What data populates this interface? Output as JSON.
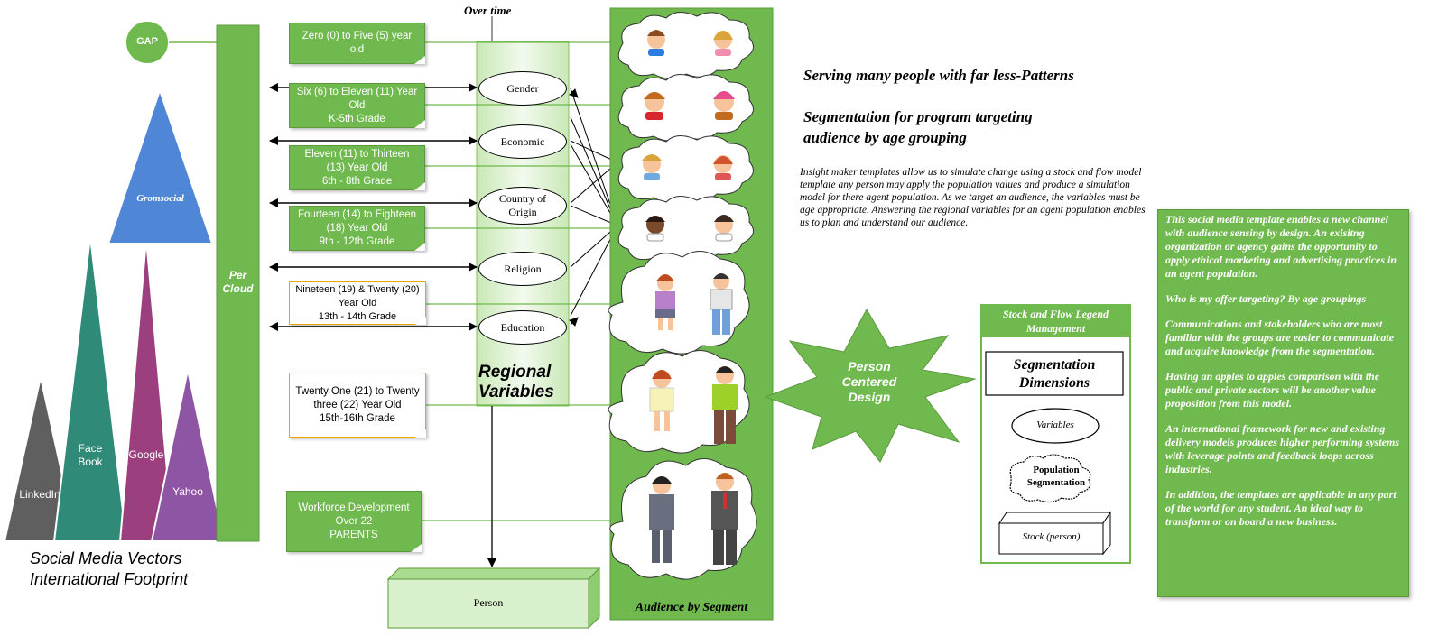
{
  "header": {
    "over_time": "Over time",
    "title_line1": "Serving many people with far less-Patterns",
    "title_line2": "Segmentation for program targeting",
    "title_line3": "audience by age grouping",
    "intro_paragraph": "Insight maker templates allow us to simulate change using a stock and flow model template any person may apply the population values and produce a simulation model for there agent population. As we target an audience, the variables must be age appropriate. Answering the regional variables for an agent population enables us to plan and understand our audience."
  },
  "social": {
    "gap_label": "GAP",
    "per_cloud_label": "Per Cloud",
    "gromsocial_label": "Gromsocial",
    "facebook_label": "Face Book",
    "google_label": "Google",
    "yahoo_label": "Yahoo",
    "linkedin_label": "LinkedIn",
    "caption_line1": "Social Media Vectors",
    "caption_line2": "International Footprint",
    "colors": {
      "gap": "#70b94e",
      "gromsocial": "#4f86d6",
      "facebook": "#2f8a77",
      "google": "#9b3f7e",
      "yahoo": "#8e55a4",
      "linkedin": "#5f5f5f"
    }
  },
  "age_groups": [
    {
      "label": "Zero (0) to Five (5) year old",
      "style": "green"
    },
    {
      "label": "Six (6) to Eleven (11) Year\nOld\nK-5th Grade",
      "style": "green"
    },
    {
      "label": "Eleven (11) to Thirteen\n(13) Year Old\n6th - 8th Grade",
      "style": "green"
    },
    {
      "label": "Fourteen (14) to Eighteen\n(18) Year Old\n9th - 12th Grade",
      "style": "green"
    },
    {
      "label": "Nineteen (19) & Twenty (20)\nYear Old\n13th - 14th Grade",
      "style": "white"
    },
    {
      "label": "Twenty One (21) to Twenty\nthree (22) Year Old\n15th-16th Grade",
      "style": "white"
    },
    {
      "label": "Workforce Development\nOver 22\nPARENTS",
      "style": "green"
    }
  ],
  "regional": {
    "title": "Regional Variables",
    "variables": [
      "Gender",
      "Economic",
      "Country of\nOrigin",
      "Religion",
      "Education"
    ]
  },
  "person_box_label": "Person",
  "audience_label": "Audience by Segment",
  "starburst_label": "Person\nCentered\nDesign",
  "legend": {
    "title": "Stock and Flow Legend\nManagement",
    "segmentation_dimensions": "Segmentation\nDimensions",
    "variables": "Variables",
    "population_segmentation": "Population\nSegmentation",
    "stock_person": "Stock (person)"
  },
  "side_panel": {
    "paragraphs": [
      "This social media template enables a new channel with audience sensing by design. An exisitng organization or agency gains the opportunity to apply ethical marketing and advertising practices in an agent population.",
      "Who is my offer targeting?  By age groupings",
      "Communications and stakeholders who are most familiar with the groups are easier to communicate and acquire knowledge from the segmentation.",
      "Having an apples to apples comparison with the public and private sectors will be another value proposition from this model.",
      "An international framework for new and existing delivery models produces higher performing systems with leverage points and feedback loops across industries.",
      "In addition, the templates are applicable in any part of the world for any student.  An ideal way to transform or on board a new business."
    ]
  },
  "colors": {
    "green": "#70b94e",
    "green_dark": "#5a9a3c",
    "light_green": "#d9f0cc",
    "orange_border": "#e8a800"
  }
}
